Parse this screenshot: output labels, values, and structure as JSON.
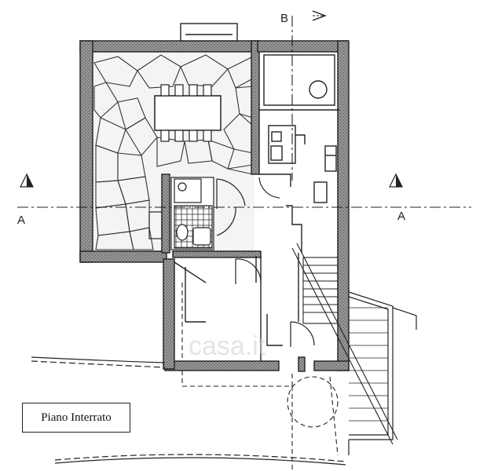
{
  "plan": {
    "title": "Piano Interrato",
    "section_a_left": "A",
    "section_a_right": "A",
    "section_b": "B",
    "watermark": "casa.it"
  },
  "colors": {
    "ink": "#222222",
    "wall_fill": "#8a8a8a",
    "paper": "#ffffff"
  }
}
